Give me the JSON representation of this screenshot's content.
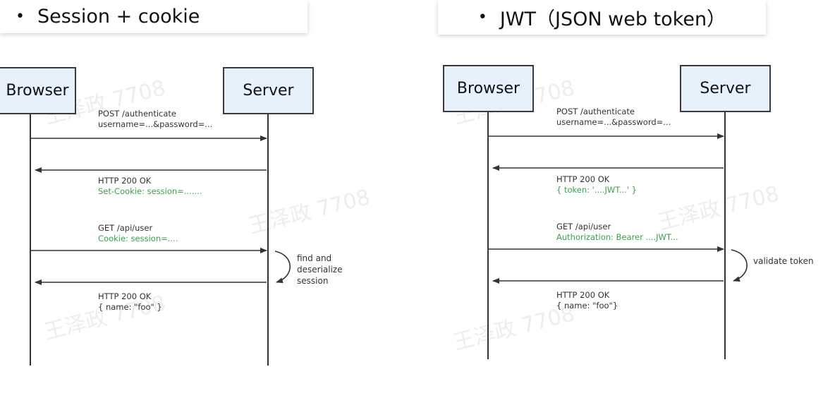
{
  "left": {
    "heading": "Session + cookie",
    "browser_label": "Browser",
    "server_label": "Server",
    "messages": [
      {
        "line1": "POST /authenticate",
        "line2": "username=...&password=..."
      },
      {
        "line1": "HTTP 200 OK",
        "line2": "Set-Cookie: session=......."
      },
      {
        "line1": "GET /api/user",
        "line2": "Cookie: session=...."
      },
      {
        "line1": "HTTP 200 OK",
        "line2": "{ name: \"foo\" }"
      }
    ],
    "note": [
      "find and",
      "deserialize",
      "session"
    ]
  },
  "right": {
    "heading": "JWT（JSON web token）",
    "browser_label": "Browser",
    "server_label": "Server",
    "messages": [
      {
        "line1": "POST /authenticate",
        "line2": "username=...&password=..."
      },
      {
        "line1": "HTTP 200 OK",
        "line2": "{ token: '....JWT...' }"
      },
      {
        "line1": "GET /api/user",
        "line2": "Authorization: Bearer ....JWT..."
      },
      {
        "line1": "HTTP 200 OK",
        "line2": "{ name: \"foo\"}"
      }
    ],
    "note": [
      "validate token"
    ]
  },
  "watermark_text": "王泽政 7708",
  "colors": {
    "actor_fill": "#e6f1fb",
    "green_text": "#3aa34a",
    "line": "#333333"
  }
}
